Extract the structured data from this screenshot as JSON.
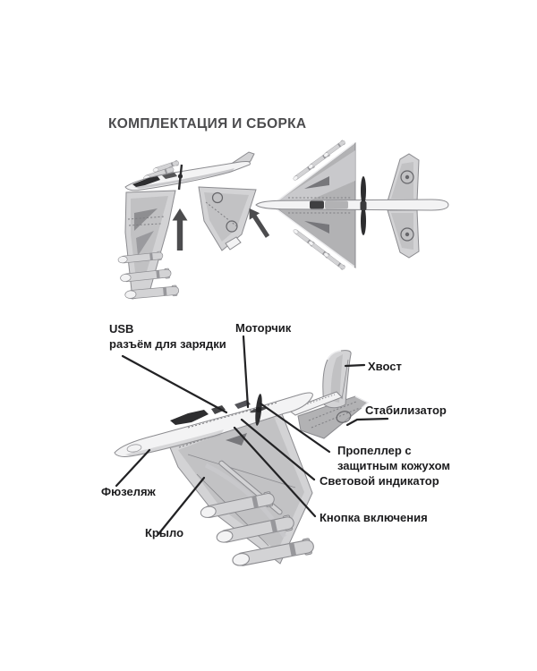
{
  "title": "КОМПЛЕКТАЦИЯ И СБОРКА",
  "part_labels": {
    "usb": {
      "line1": "USB",
      "line2": "разъём для зарядки"
    },
    "motor": "Моторчик",
    "tail": "Хвост",
    "stabilizer": "Стабилизатор",
    "propeller": {
      "line1": "Пропеллер с",
      "line2": "защитным кожухом"
    },
    "light_indicator": "Световой индикатор",
    "power_button": "Кнопка включения",
    "fuselage": "Фюзеляж",
    "wing": "Крыло"
  },
  "colors": {
    "background": "#ffffff",
    "title_text": "#4c4c4e",
    "label_text": "#1c1c1e",
    "leader_line": "#222224",
    "arrow": "#4c4c4e",
    "plane_white": "#f3f3f4",
    "plane_light": "#d3d3d5",
    "plane_mid": "#b2b2b4",
    "plane_shade": "#97979b",
    "plane_dark": "#2d2d2f",
    "plane_outline": "#8b8b8f"
  }
}
